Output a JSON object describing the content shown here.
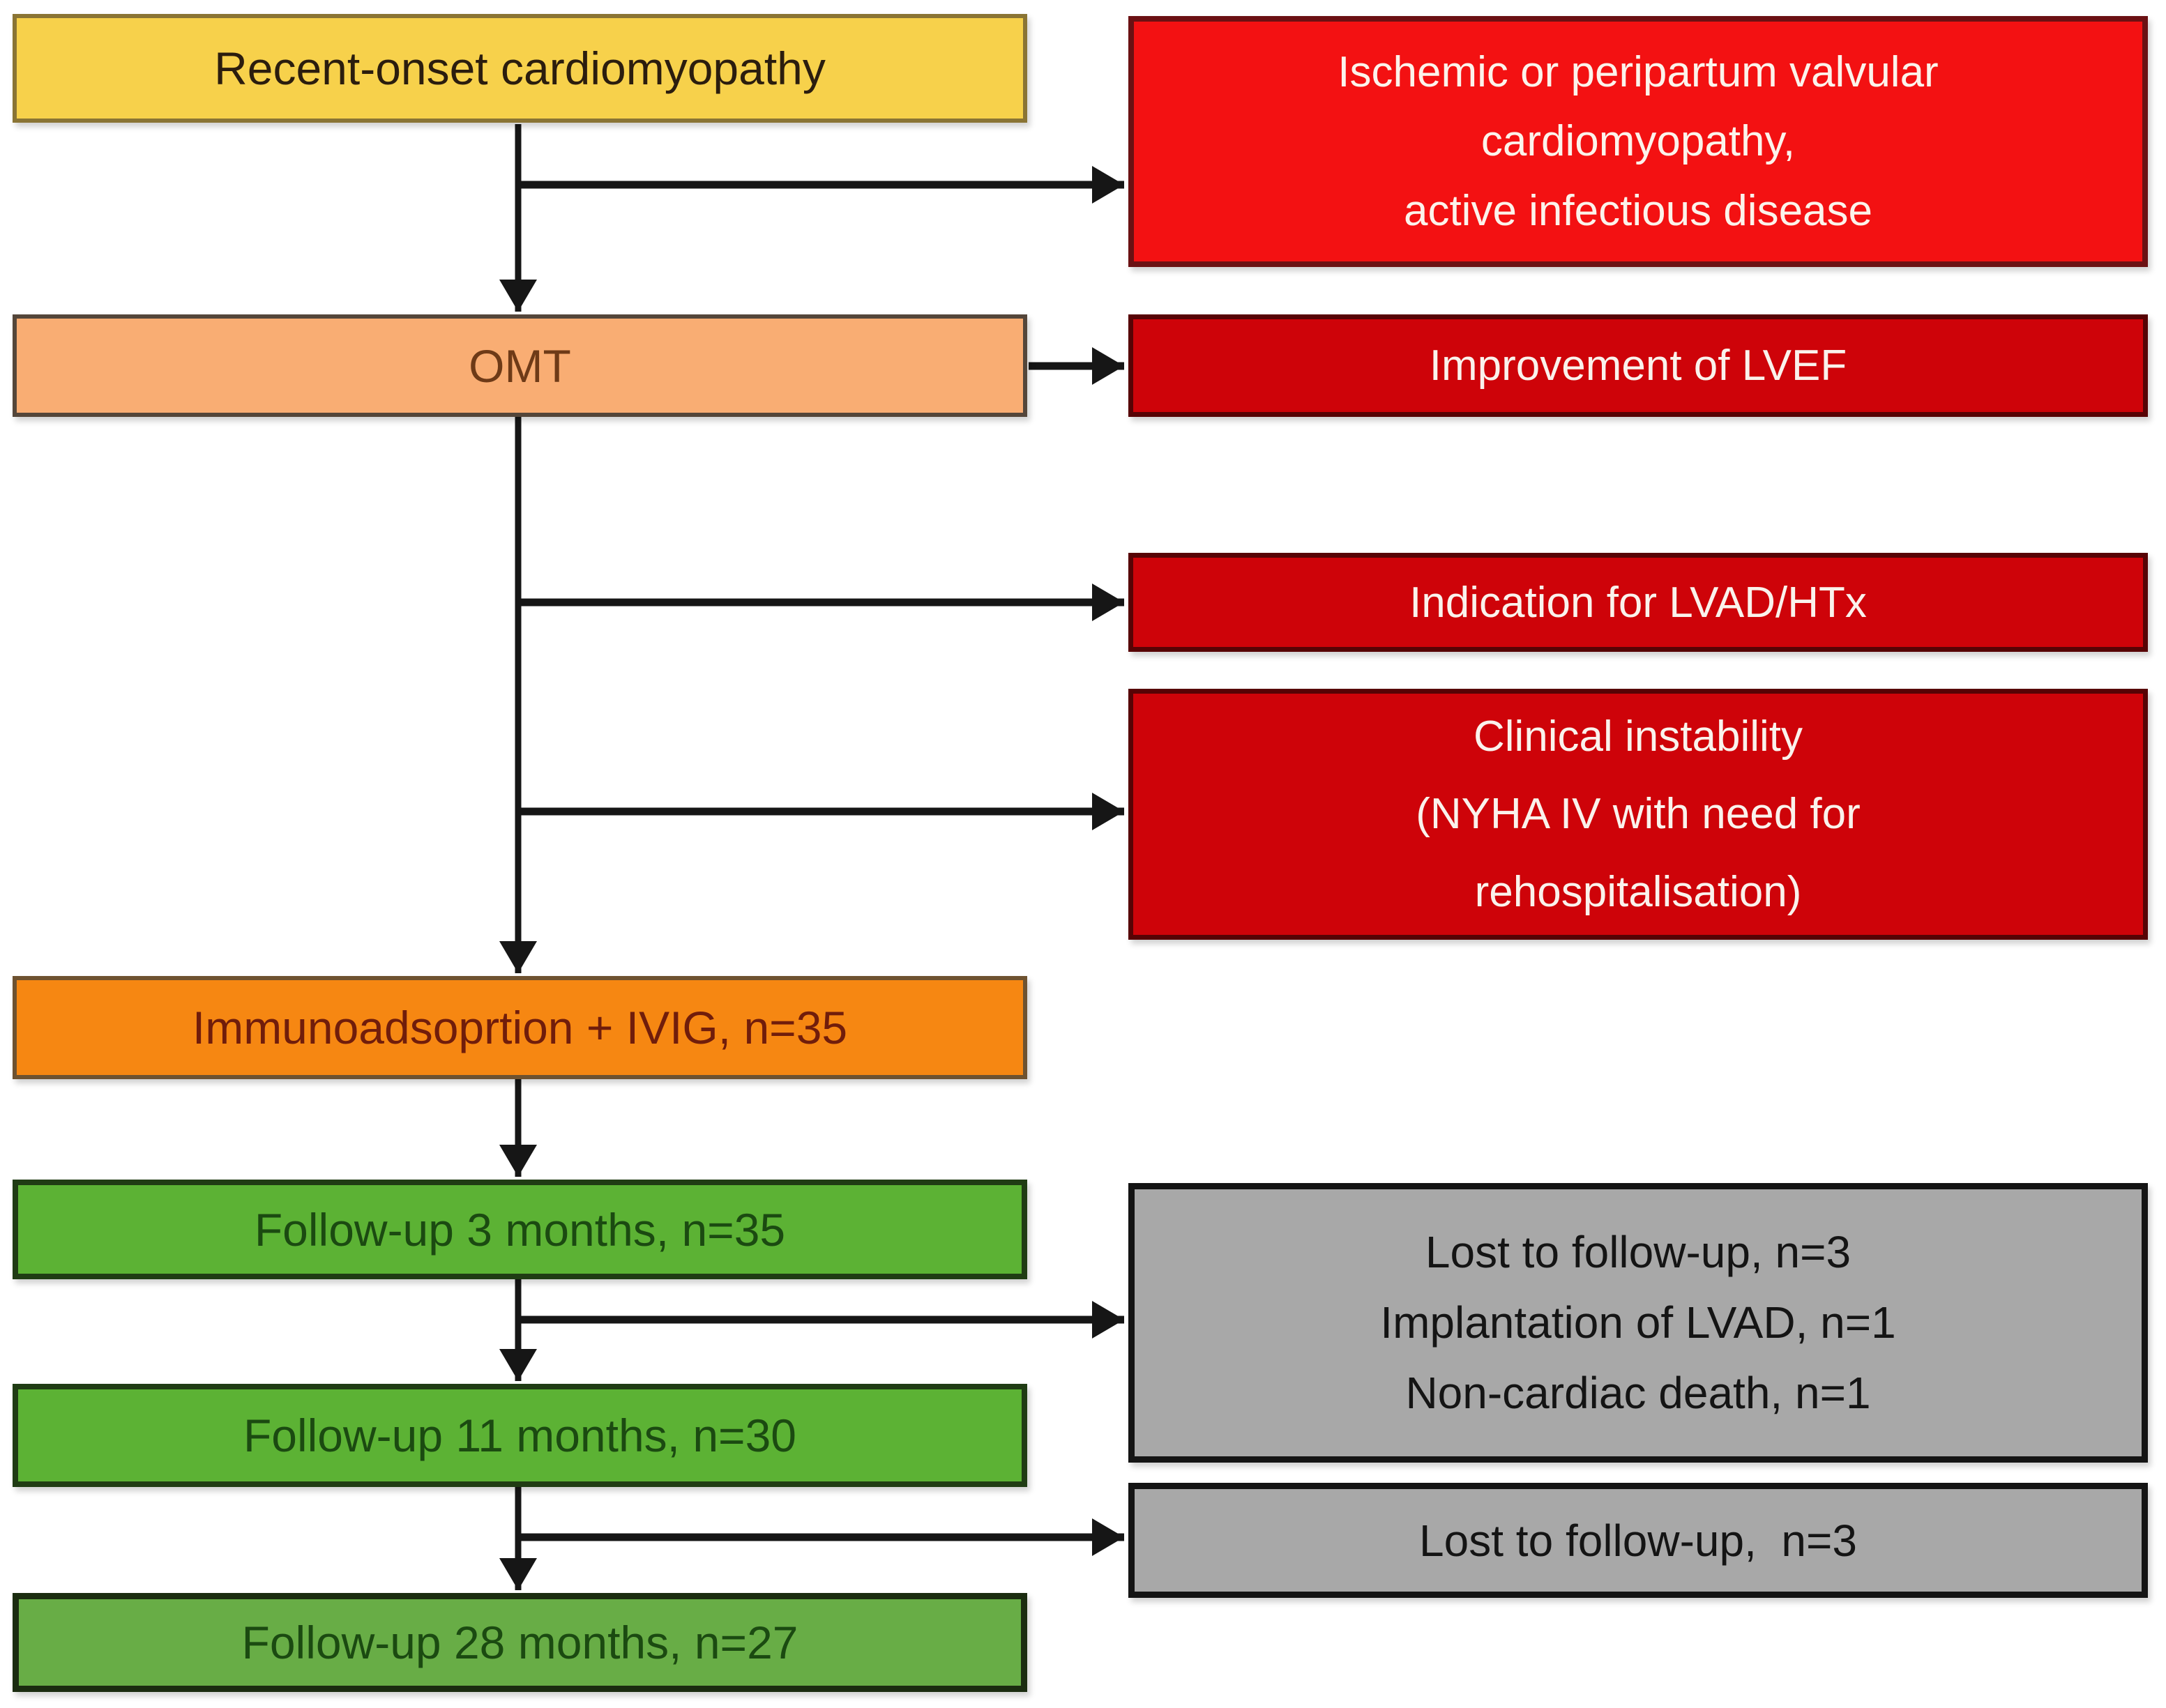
{
  "nodes": {
    "recent_onset": {
      "label": "Recent-onset cardiomyopathy"
    },
    "exclusions": {
      "label": "Ischemic or peripartum valvular\ncardiomyopathy,\nactive infectious disease"
    },
    "omt": {
      "label": "OMT"
    },
    "improvement_lvef": {
      "label": "Improvement of LVEF"
    },
    "indication_lvad_htx": {
      "label": "Indication for LVAD/HTx"
    },
    "clinical_instability": {
      "label": "Clinical instability\n(NYHA IV with need for\nrehospitalisation)"
    },
    "immunoadsorption_ivig": {
      "label": "Immunoadsoprtion + IVIG, n=35"
    },
    "followup_3m": {
      "label": "Follow-up 3 months, n=35"
    },
    "dropouts_3_to_11m": {
      "label": "Lost to follow-up, n=3\nImplantation of LVAD, n=1\nNon-cardiac death, n=1"
    },
    "followup_11m": {
      "label": "Follow-up 11 months, n=30"
    },
    "dropouts_11_to_28m": {
      "label": "Lost to follow-up,  n=3"
    },
    "followup_28m": {
      "label": "Follow-up 28 months, n=27"
    }
  },
  "colors": {
    "yellow_box": "#F7D14B",
    "peach_box": "#F9AD73",
    "orange_box": "#F68712",
    "green_box": "#5CB234",
    "light_green_box": "#68AD46",
    "bright_red_box": "#F31112",
    "dark_red_box": "#CE0309",
    "gray_box": "#A8A8A8",
    "connector": "#161616"
  }
}
